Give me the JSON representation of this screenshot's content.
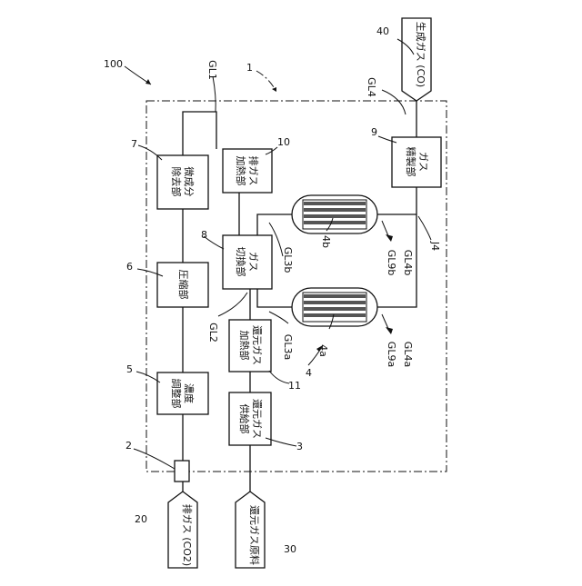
{
  "labels": {
    "system": "100",
    "apparatus": "1",
    "exhaust_gas_ref": "20",
    "reducing_material_ref": "30",
    "product_gas_ref": "40",
    "ref_2": "2",
    "ref_3": "3",
    "ref_4": "4",
    "ref_4a": "4a",
    "ref_4b": "4b",
    "ref_5": "5",
    "ref_6": "6",
    "ref_7": "7",
    "ref_8": "8",
    "ref_9": "9",
    "ref_10": "10",
    "ref_11": "11",
    "GL1": "GL1",
    "GL2": "GL2",
    "GL3a": "GL3a",
    "GL3b": "GL3b",
    "GL4": "GL4",
    "GL4a": "GL4a",
    "GL4b": "GL4b",
    "GL9a": "GL9a",
    "GL9b": "GL9b",
    "J4": "J4"
  },
  "blocks": {
    "concentration": [
      "濃度",
      "調整部"
    ],
    "compression": [
      "圧縮部"
    ],
    "trace_removal": [
      "微成分",
      "除去部"
    ],
    "exhaust_heating": [
      "排ガス",
      "加熱部"
    ],
    "gas_switching": [
      "ガス",
      "切換部"
    ],
    "reducing_heating": [
      "還元ガス",
      "加熱部"
    ],
    "reducing_supply": [
      "還元ガス",
      "供給部"
    ],
    "gas_refining": [
      "ガス",
      "精製部"
    ]
  },
  "terminals": {
    "exhaust_gas": "排ガス (CO2)",
    "reducing_material": "還元ガス原料",
    "product_gas": "生成ガス (CO)"
  }
}
